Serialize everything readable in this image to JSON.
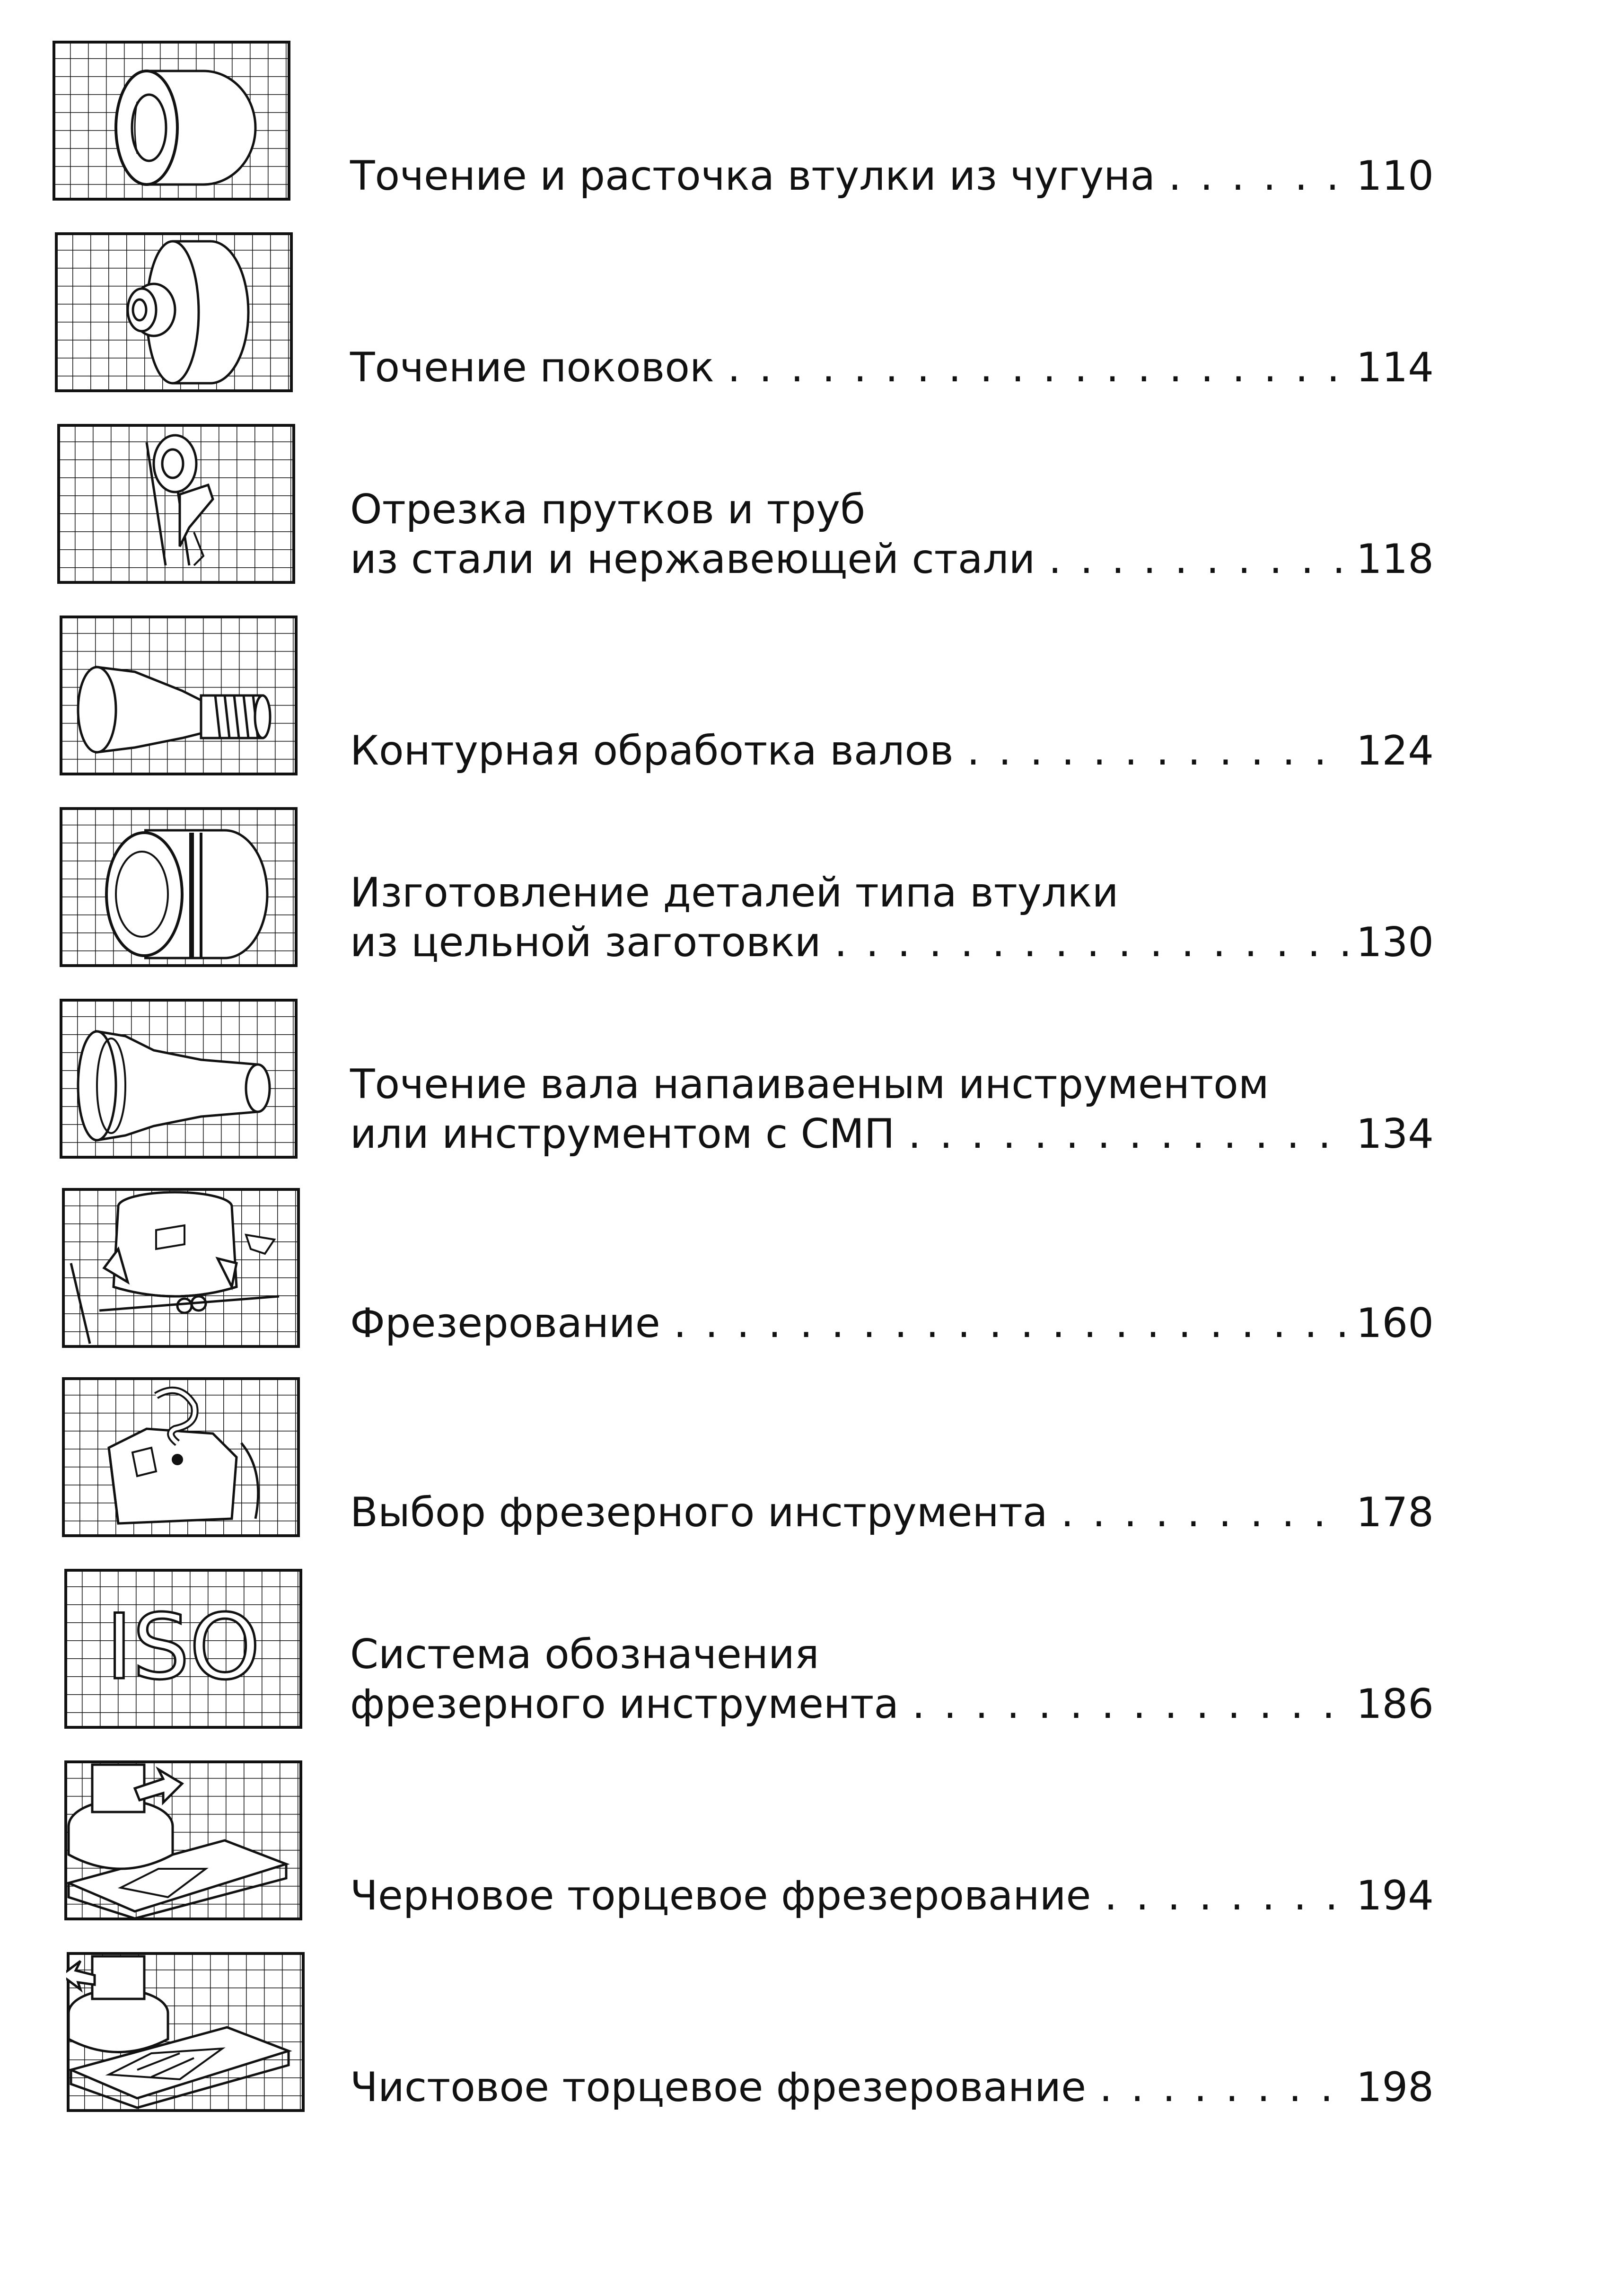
{
  "toc": {
    "entries": [
      {
        "lines": [
          "Точение и расточка втулки из чугуна"
        ],
        "page": "110",
        "icon": "bushing-cast-iron"
      },
      {
        "lines": [
          "Точение поковок"
        ],
        "page": "114",
        "icon": "forging"
      },
      {
        "lines": [
          "Отрезка прутков и труб",
          "из стали и нержавеющей стали"
        ],
        "page": "118",
        "icon": "parting-off"
      },
      {
        "lines": [
          "Контурная обработка валов"
        ],
        "page": "124",
        "icon": "threaded-shaft"
      },
      {
        "lines": [
          "Изготовление деталей типа втулки",
          "из цельной заготовки"
        ],
        "page": "130",
        "icon": "bushing-solid"
      },
      {
        "lines": [
          "Точение вала напаиваеным инструментом",
          "или инструментом с СМП"
        ],
        "page": "134",
        "icon": "shaft"
      },
      {
        "lines": [
          "Фрезерование"
        ],
        "page": "160",
        "icon": "milling-cutter"
      },
      {
        "lines": [
          "Выбор фрезерного инструмента"
        ],
        "page": "178",
        "icon": "cutter-choice"
      },
      {
        "lines": [
          "Система обозначения",
          "фрезерного инструмента"
        ],
        "page": "186",
        "icon": "iso",
        "iso_text": "ISO"
      },
      {
        "lines": [
          "Черновое торцевое фрезерование"
        ],
        "page": "194",
        "icon": "face-milling-rough"
      },
      {
        "lines": [
          "Чистовое торцевое фрезерование"
        ],
        "page": "198",
        "icon": "face-milling-finish"
      }
    ]
  }
}
